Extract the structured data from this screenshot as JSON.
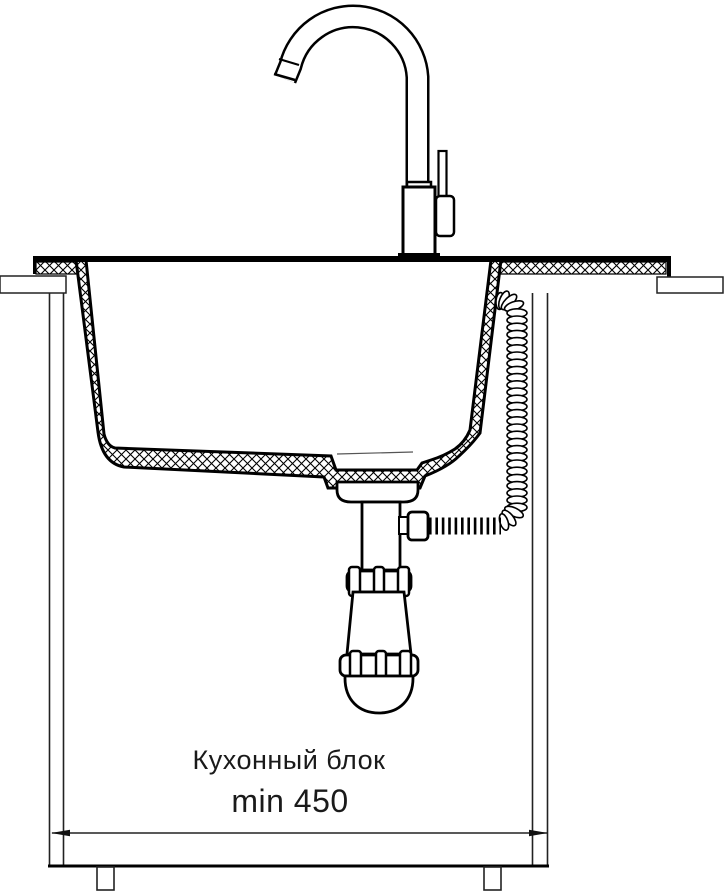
{
  "page": {
    "background": "#ffffff"
  },
  "diagram": {
    "type": "sink-installation-cross-section",
    "labels": {
      "cabinet": "Кухонный блок",
      "dimension": "min 450"
    },
    "dimension": {
      "qualifier": "min",
      "value_mm": 450
    },
    "colors": {
      "line": "#000000",
      "background": "#ffffff"
    },
    "parts": [
      "faucet",
      "countertop",
      "sink-basin",
      "drain-siphon",
      "flex-hose-coil",
      "kitchen-cabinet",
      "dimension-line"
    ]
  }
}
